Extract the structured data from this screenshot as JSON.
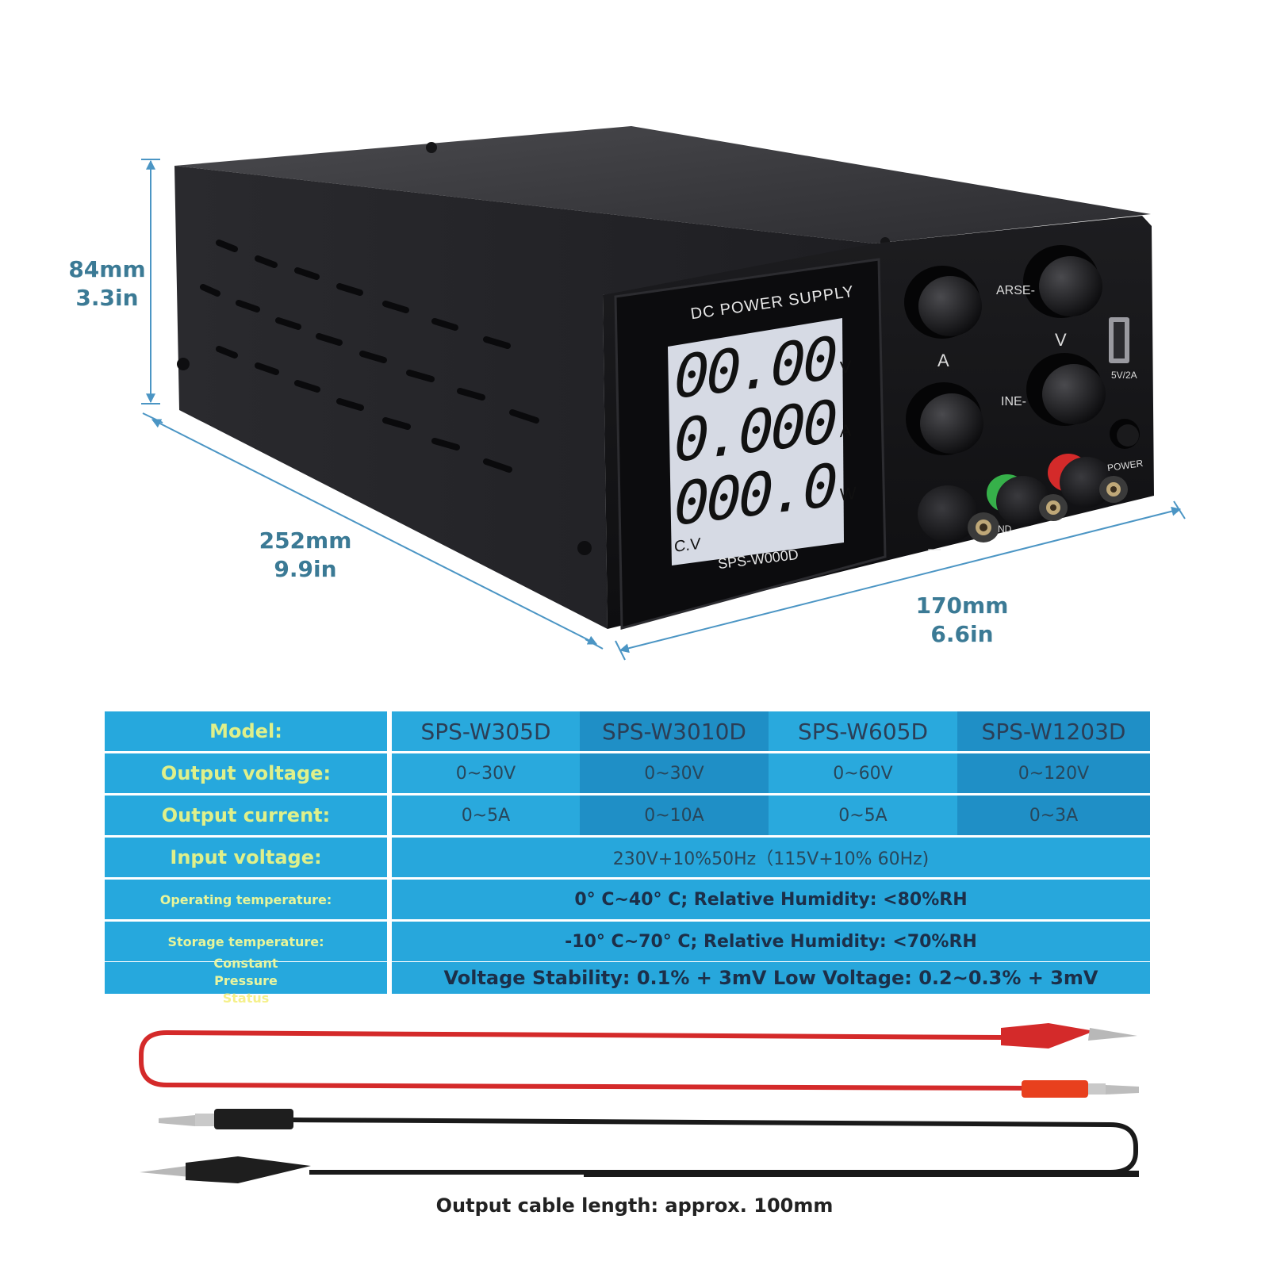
{
  "dimensions": {
    "height_mm": "84mm",
    "height_in": "3.3in",
    "length_mm": "252mm",
    "length_in": "9.9in",
    "width_mm": "170mm",
    "width_in": "6.6in"
  },
  "device": {
    "header": "DC POWER SUPPLY",
    "model_label": "SPS-W000D",
    "display": {
      "voltage": "00.00",
      "voltage_unit": "V",
      "current": "0.000",
      "current_unit": "A",
      "power": "000.0",
      "power_unit": "W",
      "mode": "C.V"
    },
    "labels": {
      "coarse": "ARSE-",
      "fine": "INE-",
      "knob_a": "A",
      "knob_v": "V",
      "usb": "5V/2A",
      "power": "POWER",
      "gnd": "ND",
      "minus": "—"
    }
  },
  "spec_table": {
    "model_label": "Model:",
    "models": [
      "SPS-W305D",
      "SPS-W3010D",
      "SPS-W605D",
      "SPS-W1203D"
    ],
    "output_voltage_label": "Output voltage:",
    "output_voltages": [
      "0~30V",
      "0~30V",
      "0~60V",
      "0~120V"
    ],
    "output_current_label": "Output current:",
    "output_currents": [
      "0~5A",
      "0~10A",
      "0~5A",
      "0~3A"
    ],
    "input_voltage_label": "Input voltage:",
    "input_voltage": "230V+10%50Hz（115V+10% 60Hz)",
    "operating_temp_label": "Operating temperature:",
    "operating_temp": "0° C~40° C; Relative Humidity: <80%RH",
    "storage_temp_label": "Storage temperature:",
    "storage_temp": "-10° C~70° C; Relative Humidity: <70%RH",
    "constant_pressure_label_1": "Constant",
    "constant_pressure_label_2": "Pressure",
    "constant_pressure_label_3": "Status",
    "constant_pressure": "Voltage Stability: 0.1% + 3mV Low Voltage: 0.2~0.3% + 3mV"
  },
  "cable_caption": "Output cable length: approx. 100mm",
  "colors": {
    "table_blue": "#29a9dd",
    "table_dark_blue": "#1f8fc6",
    "label_yellow": "#dff08a",
    "dimension_blue": "#3b7a95",
    "cable_red": "#d42a2a",
    "cable_black": "#1a1a1a"
  }
}
